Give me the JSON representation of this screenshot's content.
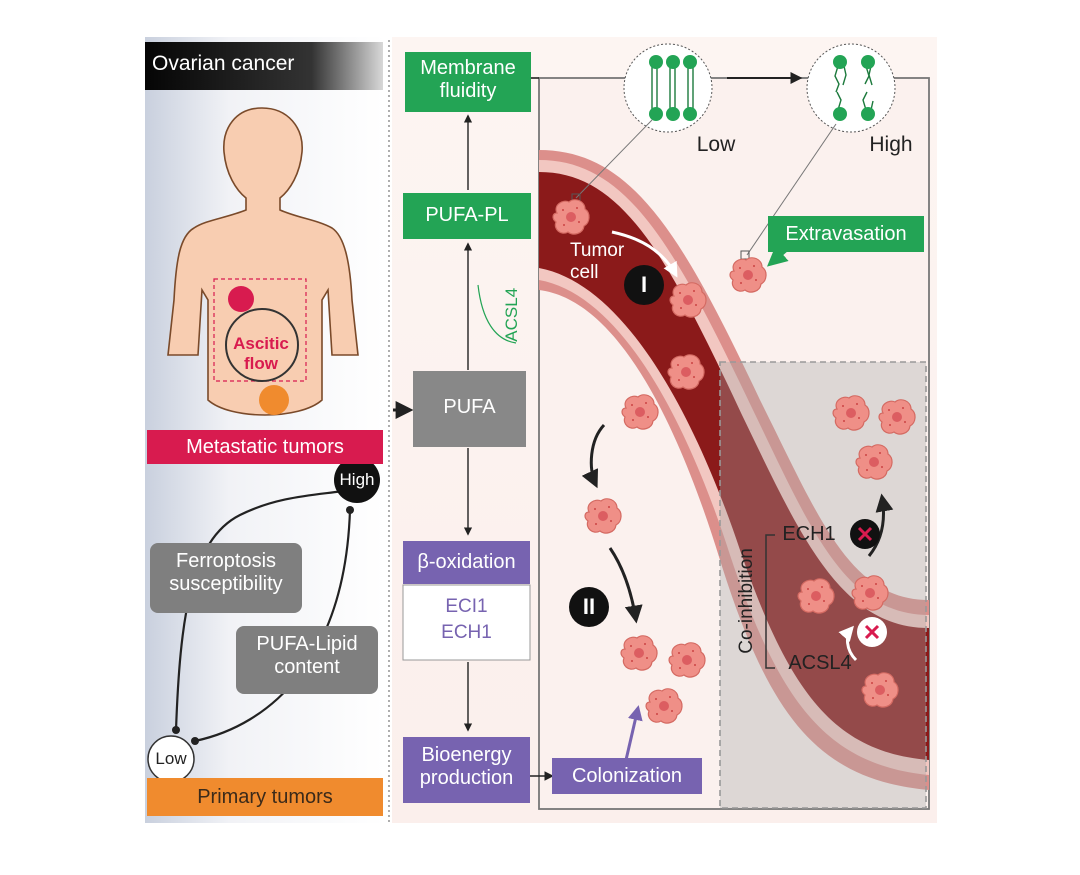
{
  "left_panel": {
    "title": "Ovarian cancer",
    "body_label": "Ascitic flow",
    "metastatic_label": "Metastatic tumors",
    "primary_label": "Primary tumors",
    "high_label": "High",
    "low_label": "Low",
    "curve_label_1": "Ferroptosis susceptibility",
    "curve_label_2": "PUFA-Lipid content"
  },
  "pathway": {
    "membrane": "Membrane fluidity",
    "pufa_pl": "PUFA-PL",
    "acsl4": "ACSL4",
    "pufa": "PUFA",
    "beta_oxidation": "β-oxidation",
    "eci1": "ECI1",
    "ech1": "ECH1",
    "bioenergy": "Bioenergy production",
    "colonization": "Colonization"
  },
  "vessel_panel": {
    "fluidity_low": "Low",
    "fluidity_high": "High",
    "tumor_cell": "Tumor cell",
    "step_1": "I",
    "step_2": "II",
    "extravasation": "Extravasation",
    "co_inhibition": "Co-inhibition",
    "ech1": "ECH1",
    "acsl4": "ACSL4"
  },
  "colors": {
    "green": "#23a455",
    "purple": "#7763b0",
    "grey": "#7f7f7f",
    "pink": "#d81b4f",
    "orange": "#f08b2e",
    "vessel_dark": "#8b1a1a",
    "vessel_wall": "#e8a5a3"
  }
}
